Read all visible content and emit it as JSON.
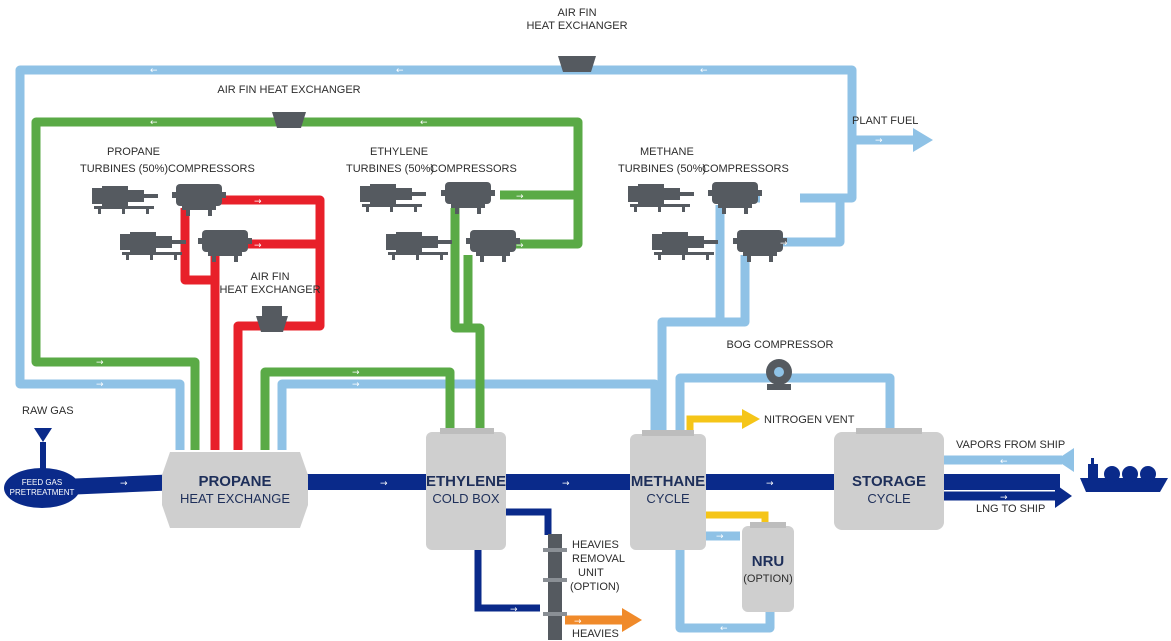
{
  "colors": {
    "light_blue": "#8fc2e6",
    "dark_blue": "#0a2a8a",
    "green": "#5aaa46",
    "red": "#e8202a",
    "yellow": "#f5c518",
    "orange": "#f08a2a",
    "vessel_gray": "#cfcfcf",
    "machine_gray": "#555a60"
  },
  "labels": {
    "air_fin_top_1": "AIR FIN",
    "air_fin_top_2": "HEAT EXCHANGER",
    "air_fin_green": "AIR FIN HEAT EXCHANGER",
    "air_fin_red_1": "AIR FIN",
    "air_fin_red_2": "HEAT EXCHANGER",
    "plant_fuel": "PLANT FUEL",
    "propane_title": "PROPANE",
    "propane_turbines": "TURBINES (50%)",
    "propane_compressors": "COMPRESSORS",
    "ethylene_title": "ETHYLENE",
    "ethylene_turbines": "TURBINES (50%)",
    "ethylene_compressors": "COMPRESSORS",
    "methane_title": "METHANE",
    "methane_turbines": "TURBINES (50%)",
    "methane_compressors": "COMPRESSORS",
    "bog_compressor": "BOG COMPRESSOR",
    "nitrogen_vent": "NITROGEN VENT",
    "raw_gas": "RAW GAS",
    "feed_gas_1": "FEED GAS",
    "feed_gas_2": "PRETREATMENT",
    "vapors_from_ship": "VAPORS FROM SHIP",
    "lng_to_ship": "LNG TO SHIP",
    "heavies_removal_1": "HEAVIES",
    "heavies_removal_2": "REMOVAL",
    "heavies_removal_3": "UNIT",
    "heavies_removal_4": "(OPTION)",
    "heavies": "HEAVIES"
  },
  "blocks": {
    "propane": {
      "title": "PROPANE",
      "sub": "HEAT EXCHANGE"
    },
    "ethylene": {
      "title": "ETHYLENE",
      "sub": "COLD BOX"
    },
    "methane": {
      "title": "METHANE",
      "sub": "CYCLE"
    },
    "storage": {
      "title": "STORAGE",
      "sub": "CYCLE"
    },
    "nru": {
      "title": "NRU",
      "sub": "(OPTION)"
    }
  }
}
